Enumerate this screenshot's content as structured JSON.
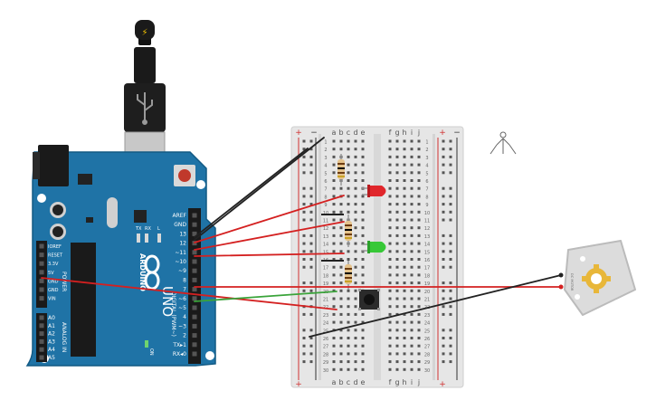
{
  "arduino": {
    "brand": "ARDUINO",
    "model": "UNO",
    "logo_text": "∞",
    "tx_label": "TX",
    "rx_label": "RX",
    "l_label": "L",
    "on_label": "ON",
    "digital_header_label": "DIGITAL (PWM~)",
    "power_header_label": "POWER",
    "analog_header_label": "ANALOG IN",
    "digital_pins": [
      "AREF",
      "GND",
      "13",
      "12",
      "~11",
      "~10",
      "~9",
      "8",
      "7",
      "~6",
      "~5",
      "4",
      "~3",
      "2",
      "TX▸1",
      "RX◂0"
    ],
    "power_pins": [
      "IOREF",
      "RESET",
      "3.3V",
      "5V",
      "GND",
      "GND",
      "VIN"
    ],
    "analog_pins": [
      "A0",
      "A1",
      "A2",
      "A3",
      "A4",
      "A5"
    ],
    "usb_icon": "usb-plug-icon",
    "bolt_icon": "lightning-bolt-icon"
  },
  "breadboard": {
    "col_letters_left": [
      "a",
      "b",
      "c",
      "d",
      "e"
    ],
    "col_letters_right": [
      "f",
      "g",
      "h",
      "i",
      "j"
    ],
    "plus_label": "+",
    "minus_label": "−",
    "row_numbers": [
      "1",
      "2",
      "3",
      "4",
      "5",
      "6",
      "7",
      "8",
      "9",
      "10",
      "11",
      "12",
      "13",
      "14",
      "15",
      "16",
      "17",
      "18",
      "19",
      "20",
      "21",
      "22",
      "23",
      "24",
      "25",
      "26",
      "27",
      "28",
      "29",
      "30"
    ]
  },
  "components": {
    "led_colors": {
      "red": "#e0262b",
      "green": "#37c837"
    },
    "wire_colors": {
      "red": "#d42020",
      "black": "#222222",
      "green": "#3aa43a"
    },
    "motor_label": "DC MOTOR",
    "motor_icon": "gear-icon",
    "ir_receiver_icon": "ir-receiver-icon"
  }
}
